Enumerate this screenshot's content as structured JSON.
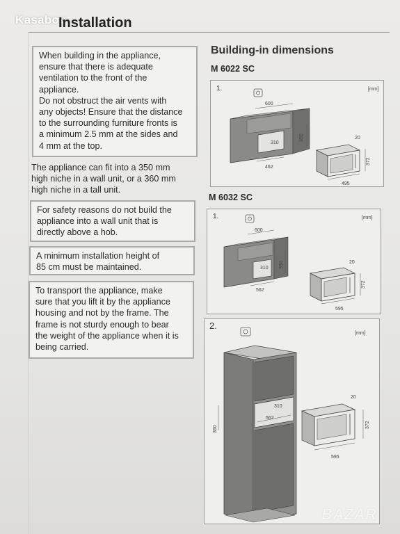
{
  "watermark": "Kasabov",
  "header": {
    "title": "Installation"
  },
  "left": {
    "box1": [
      "When building in the appliance,",
      "ensure that there is adequate",
      "ventilation to the front of the",
      "appliance.",
      "Do not obstruct the air vents with",
      "any objects! Ensure that the distance",
      "to the surrounding furniture fronts is",
      "a minimum 2.5 mm at the sides and",
      "4 mm at the top."
    ],
    "text1": [
      "The appliance can fit into a 350 mm",
      "high niche in a wall unit, or a 360 mm",
      "high niche in a tall unit."
    ],
    "box2": [
      "For safety reasons do not build the",
      "appliance into a wall unit that is",
      "directly above a hob."
    ],
    "box3": [
      "A minimum installation height of",
      "85 cm must be maintained."
    ],
    "box4": [
      "To transport the appliance, make",
      "sure that you lift it by the appliance",
      "housing and not by the frame. The",
      "frame is not sturdy enough to bear",
      "the weight of the appliance when it is",
      "being carried."
    ]
  },
  "right": {
    "title": "Building-in dimensions",
    "model1": {
      "label": "M 6022 SC",
      "fig": "1.",
      "unit": "[mm]",
      "dims": {
        "width": "600",
        "depth": "462",
        "inner": "310",
        "height": "350",
        "side": "20",
        "h2": "372",
        "w2": "495"
      }
    },
    "model2": {
      "label": "M 6032 SC",
      "fig1": "1.",
      "fig2": "2.",
      "unit": "[mm]",
      "dims": {
        "width": "600",
        "depth": "562",
        "inner": "310",
        "height": "350",
        "side": "20",
        "h2": "372",
        "w2": "595"
      },
      "dims2": {
        "inner": "310",
        "depth": "562",
        "height": "360",
        "side": "20",
        "h2": "372",
        "w2": "595"
      }
    }
  },
  "footer_logo": "BAZAR"
}
